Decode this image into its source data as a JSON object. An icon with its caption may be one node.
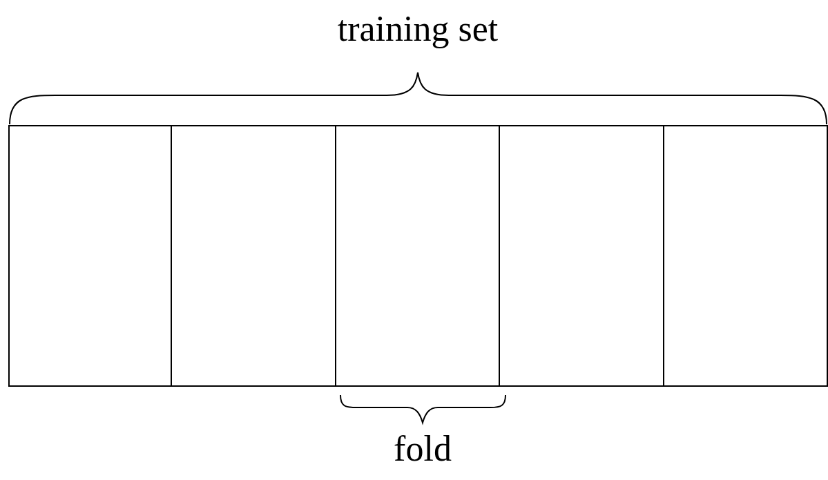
{
  "diagram": {
    "nodes": [
      {
        "text": [],
        "shape": "box"
      },
      {
        "text": [],
        "shape": "box"
      },
      {
        "text": [],
        "shape": "box"
      },
      {
        "text": [],
        "shape": "box"
      },
      {
        "text": [],
        "shape": "box"
      }
    ],
    "labels": [
      "training set",
      "fold"
    ]
  }
}
